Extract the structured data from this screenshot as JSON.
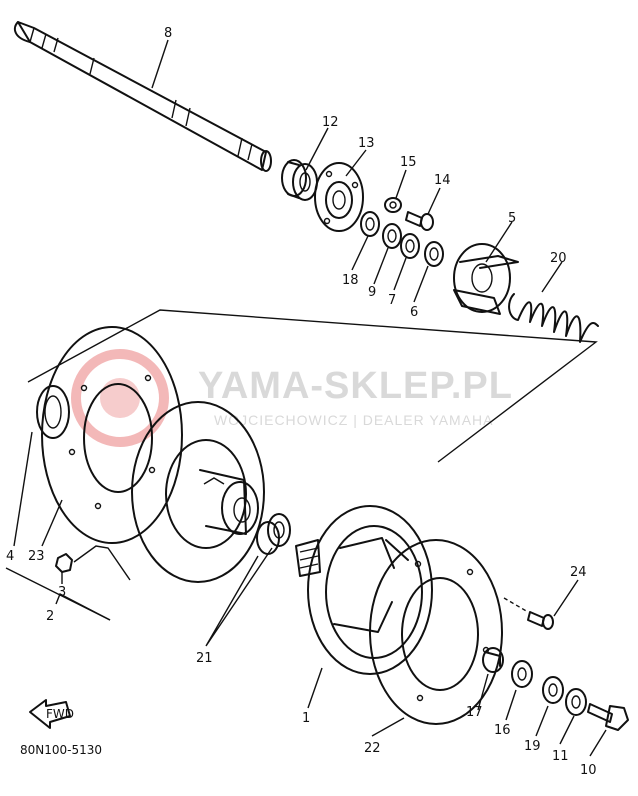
{
  "diagram_code": "80N100-5130",
  "fwd_label": "FWD",
  "watermark": {
    "main": "YAMA-SKLEP.PL",
    "sub": "WOJCIECHOWICZ | DEALER YAMAHA",
    "logo_color": "#f3b8b8",
    "text_color": "#d9d9d9"
  },
  "callouts": {
    "c1": "1",
    "c2": "2",
    "c3": "3",
    "c4": "4",
    "c5": "5",
    "c6": "6",
    "c7": "7",
    "c8": "8",
    "c9": "9",
    "c10": "10",
    "c11": "11",
    "c12": "12",
    "c13": "13",
    "c14": "14",
    "c15": "15",
    "c16": "16",
    "c17": "17",
    "c18": "18",
    "c19": "19",
    "c20": "20",
    "c21": "21",
    "c22": "22",
    "c23": "23",
    "c24": "24"
  }
}
